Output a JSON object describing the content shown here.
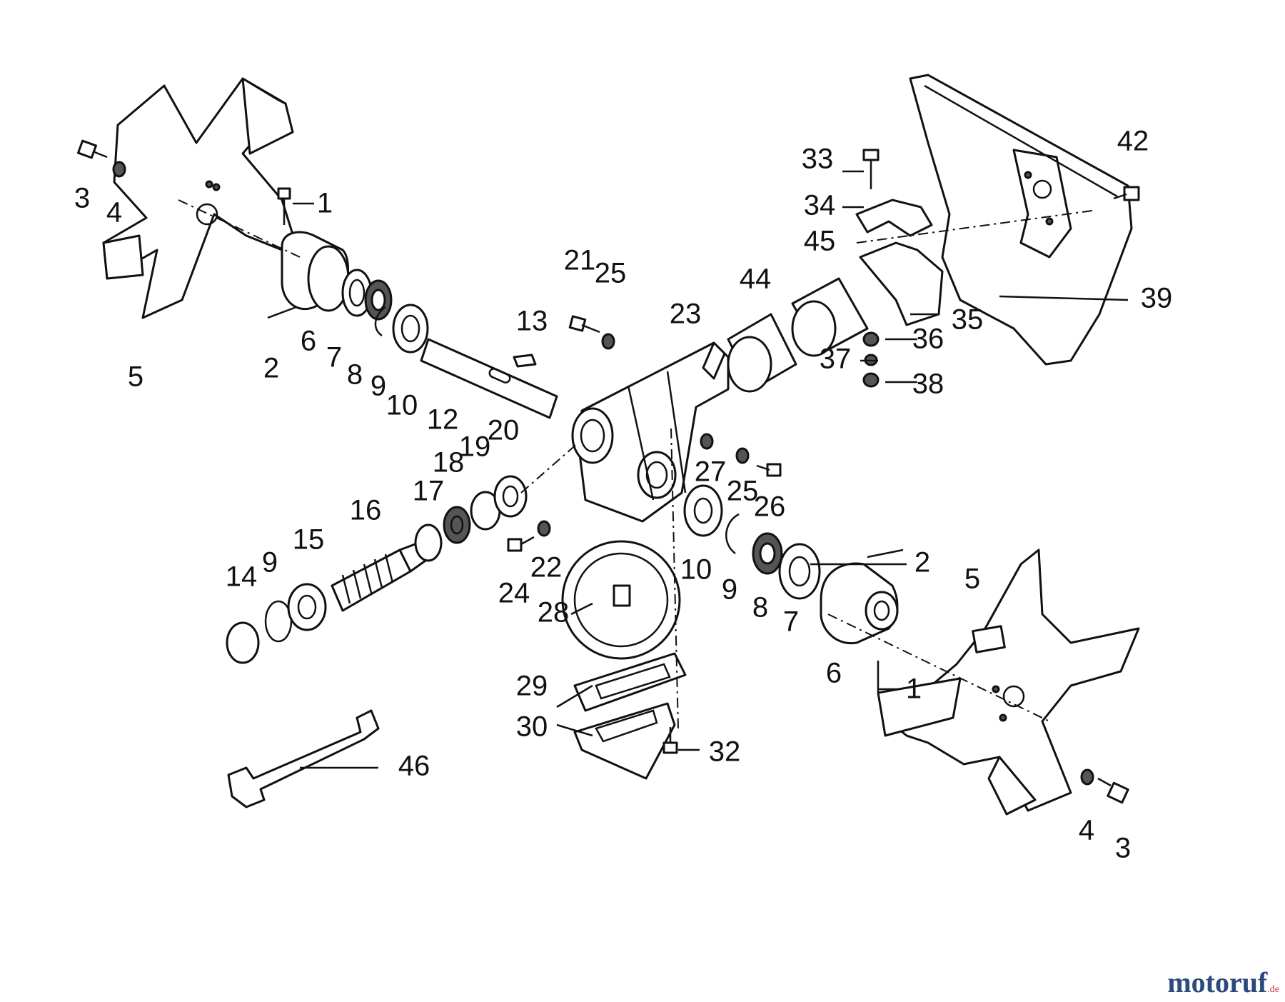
{
  "diagram": {
    "callouts": {
      "n1a": "1",
      "n2a": "2",
      "n3a": "3",
      "n4a": "4",
      "n5a": "5",
      "n6a": "6",
      "n7a": "7",
      "n8a": "8",
      "n9a": "9",
      "n10a": "10",
      "n12": "12",
      "n13": "13",
      "n14": "14",
      "n9b": "9",
      "n15": "15",
      "n16": "16",
      "n17": "17",
      "n18": "18",
      "n19": "19",
      "n20": "20",
      "n21": "21",
      "n25a": "25",
      "n23": "23",
      "n44": "44",
      "n45": "45",
      "n33": "33",
      "n34": "34",
      "n35": "35",
      "n36": "36",
      "n37": "37",
      "n38": "38",
      "n39": "39",
      "n42": "42",
      "n27": "27",
      "n25b": "25",
      "n26": "26",
      "n24": "24",
      "n22": "22",
      "n28": "28",
      "n10b": "10",
      "n9c": "9",
      "n8b": "8",
      "n7b": "7",
      "n6b": "6",
      "n2b": "2",
      "n5b": "5",
      "n1b": "1",
      "n29": "29",
      "n30": "30",
      "n32": "32",
      "n46": "46",
      "n4b": "4",
      "n3b": "3"
    }
  },
  "watermark": {
    "brand": "motoruf",
    "tld": ".de",
    "color": "#2c4a7c"
  }
}
